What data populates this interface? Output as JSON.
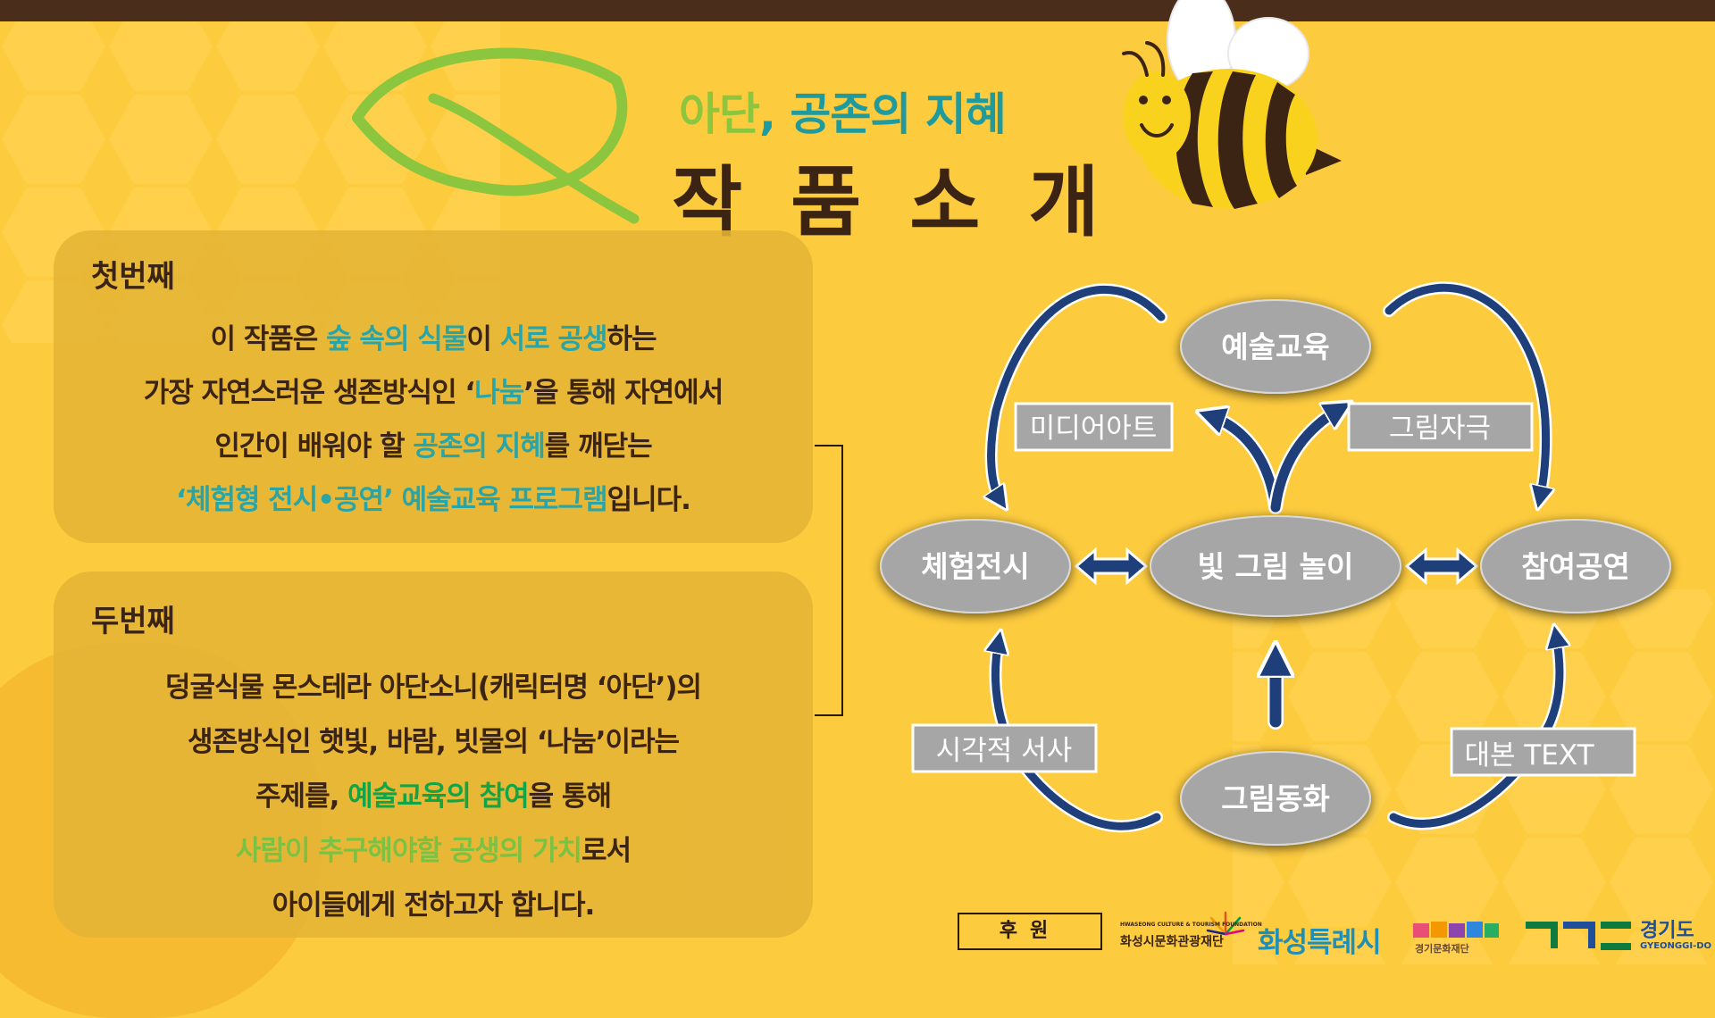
{
  "header": {
    "title_part1": "아단",
    "title_part2": ", 공존의 지혜",
    "title_main": "작품소개"
  },
  "section1": {
    "heading": "첫번째",
    "lines": [
      [
        {
          "text": "이 작품은 ",
          "c": ""
        },
        {
          "text": "숲 속의 식물",
          "c": "t"
        },
        {
          "text": "이 ",
          "c": ""
        },
        {
          "text": "서로 공생",
          "c": "t"
        },
        {
          "text": "하는",
          "c": ""
        }
      ],
      [
        {
          "text": "가장 자연스러운 생존방식인 ‘",
          "c": ""
        },
        {
          "text": "나눔",
          "c": "t"
        },
        {
          "text": "’을 통해 자연에서",
          "c": ""
        }
      ],
      [
        {
          "text": "인간이 배워야 할 ",
          "c": ""
        },
        {
          "text": "공존의 지혜",
          "c": "t"
        },
        {
          "text": "를 깨닫는",
          "c": ""
        }
      ],
      [
        {
          "text": "‘체험형 전시•공연’ 예술교육 프로그램",
          "c": "t"
        },
        {
          "text": "입니다.",
          "c": ""
        }
      ]
    ]
  },
  "section2": {
    "heading": "두번째",
    "lines": [
      [
        {
          "text": "덩굴식물 몬스테라 아단소니(캐릭터명 ‘아단’)의",
          "c": ""
        }
      ],
      [
        {
          "text": "생존방식인 햇빛, 바람, 빗물의 ‘나눔’이라는",
          "c": ""
        }
      ],
      [
        {
          "text": "주제를, ",
          "c": ""
        },
        {
          "text": "예술교육의 참여",
          "c": "gr"
        },
        {
          "text": "을  통해",
          "c": ""
        }
      ],
      [
        {
          "text": "사람이 추구해야할 공생의 가치",
          "c": "lg"
        },
        {
          "text": "로서",
          "c": ""
        }
      ],
      [
        {
          "text": "아이들에게 전하고자 합니다.",
          "c": ""
        }
      ]
    ]
  },
  "diagram": {
    "center": "빛 그림 놀이",
    "top": "예술교육",
    "left": "체험전시",
    "right": "참여공연",
    "bottom": "그림동화",
    "label_top_left": "미디어아트",
    "label_top_right": "그림자극",
    "label_bottom_left": "시각적 서사",
    "label_bottom_right": "대본  TEXT"
  },
  "footer": {
    "sponsor": "후원",
    "logo1_small": "HWASEONG CULTURE & TOURISM FOUNDATION",
    "logo1": "화성시문화관광재단",
    "logo2": "화성특례시",
    "logo3": "경기문화재단",
    "logo4": "경기도",
    "logo4_en": "GYEONGGI-DO"
  },
  "colors": {
    "background": "#FDCB3E",
    "topbar": "#4A2E1B",
    "teal": "#29A5A8",
    "green": "#12A548",
    "light_green": "#7CC142",
    "arrow_blue": "#1E3F7A"
  }
}
